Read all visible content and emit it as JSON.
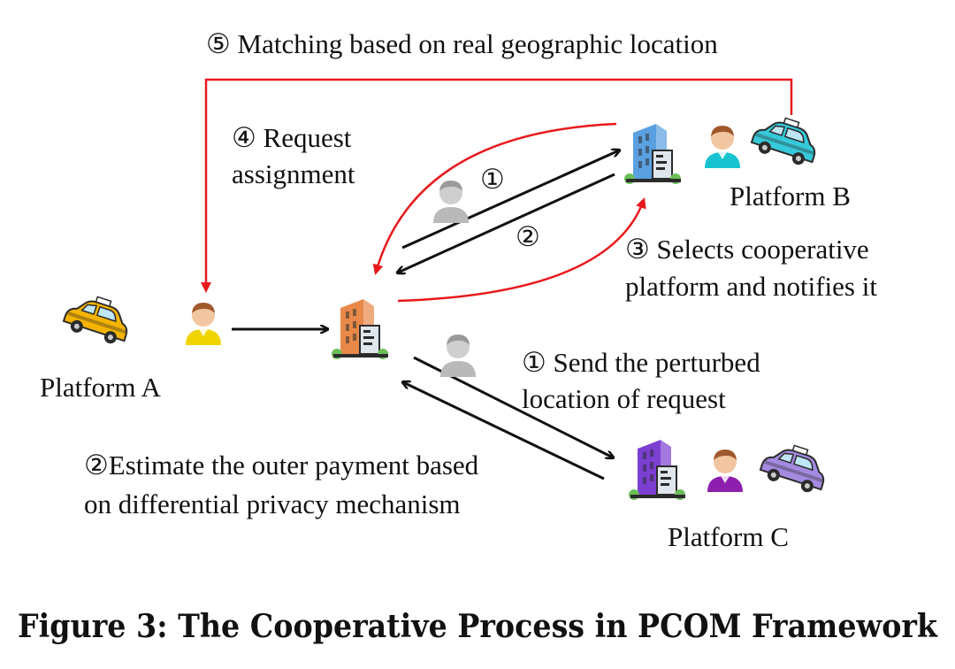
{
  "labels": {
    "step5": "⑤ Matching based on real geographic location",
    "step4_line1": "④ Request",
    "step4_line2": "assignment",
    "step3_line1": "③ Selects cooperative",
    "step3_line2": "platform and notifies it",
    "step1_line1": "① Send the perturbed",
    "step1_line2": "location of request",
    "step2_line1": "②Estimate the outer payment based",
    "step2_line2": "on differential privacy mechanism",
    "arrow_mark_1": "①",
    "arrow_mark_2": "②"
  },
  "platforms": {
    "a": "Platform A",
    "b": "Platform B",
    "c": "Platform C"
  },
  "caption": "Figure 3: The Cooperative Process in PCOM Framework",
  "colors": {
    "red_arrow": "#e8191c",
    "black_arrow": "#111111",
    "platform_a_building": "#e8894a",
    "platform_b_building": "#5aa0e0",
    "platform_c_building": "#7b3fd1",
    "taxi_a": "#f4b400",
    "taxi_b": "#35c9d9",
    "taxi_c": "#a48ae0",
    "person_a_shirt": "#f0d400",
    "person_b_shirt": "#17c3cf",
    "person_c_shirt": "#8e1fae",
    "anon_person": "#b9b9b9"
  }
}
